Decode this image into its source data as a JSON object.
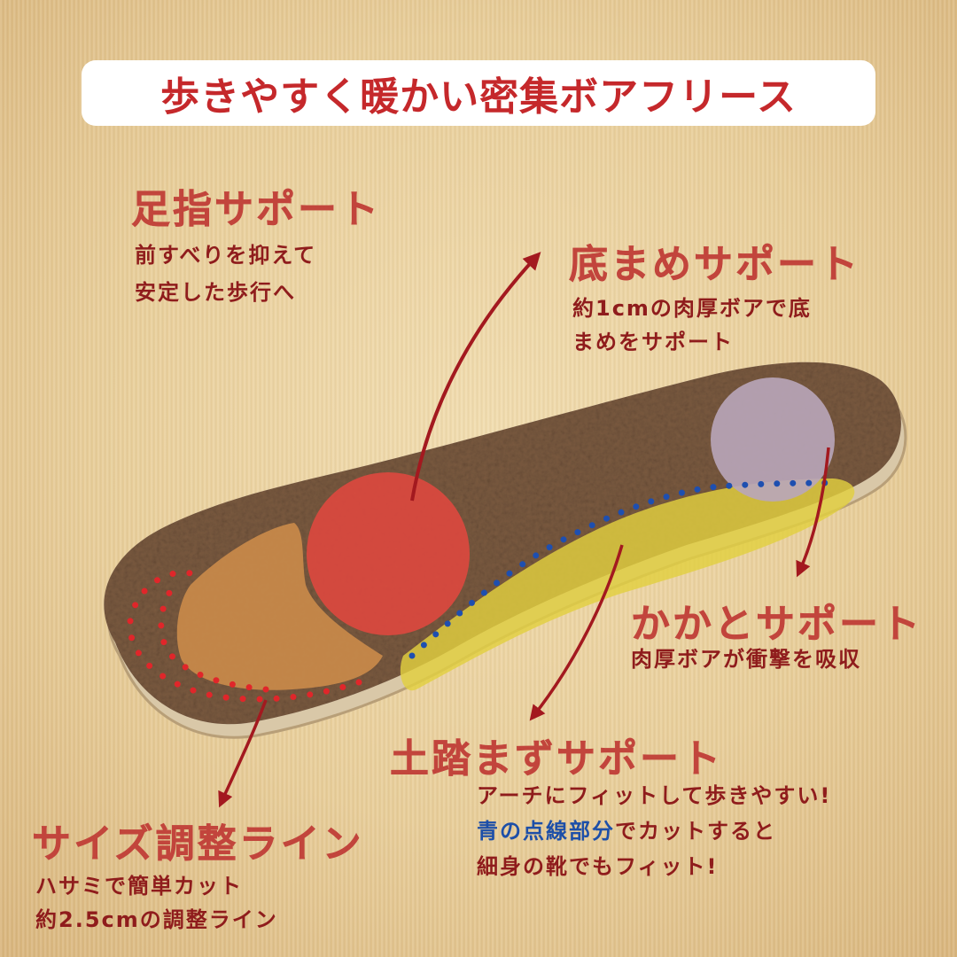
{
  "banner": {
    "title": "歩きやすく暖かい密集ボアフリース"
  },
  "callouts": {
    "toe": {
      "heading": "足指サポート",
      "line1": "前すべりを抑えて",
      "line2": "安定した歩行へ"
    },
    "ball": {
      "heading": "底まめサポート",
      "line1": "約1cmの肉厚ボアで底",
      "line2": "まめをサポート"
    },
    "heel": {
      "heading": "かかとサポート",
      "line1": "肉厚ボアが衝撃を吸収"
    },
    "arch": {
      "heading": "土踏まずサポート",
      "line1": "アーチにフィットして歩きやすい!",
      "line2_blue": "青の点線部分",
      "line2_rest": "でカットすると",
      "line3": "細身の靴でもフィット!"
    },
    "size": {
      "heading": "サイズ調整ライン",
      "line1": "ハサミで簡単カット",
      "line2": "約2.5cmの調整ライン"
    }
  },
  "colors": {
    "heading": "#c2453c",
    "body_text": "#8f1c1c",
    "highlight_blue": "#1d4fa8",
    "arrow": "#a3191f",
    "fleece": "#7a5a40",
    "toe_pad": "#c98a4a",
    "ball_pad": "#e0483f",
    "heel_pad": "#b9a6ba",
    "arch_pad": "#e2cf40",
    "size_line_dots": "#e0262a",
    "arch_cut_dots": "#1e4fb0"
  }
}
